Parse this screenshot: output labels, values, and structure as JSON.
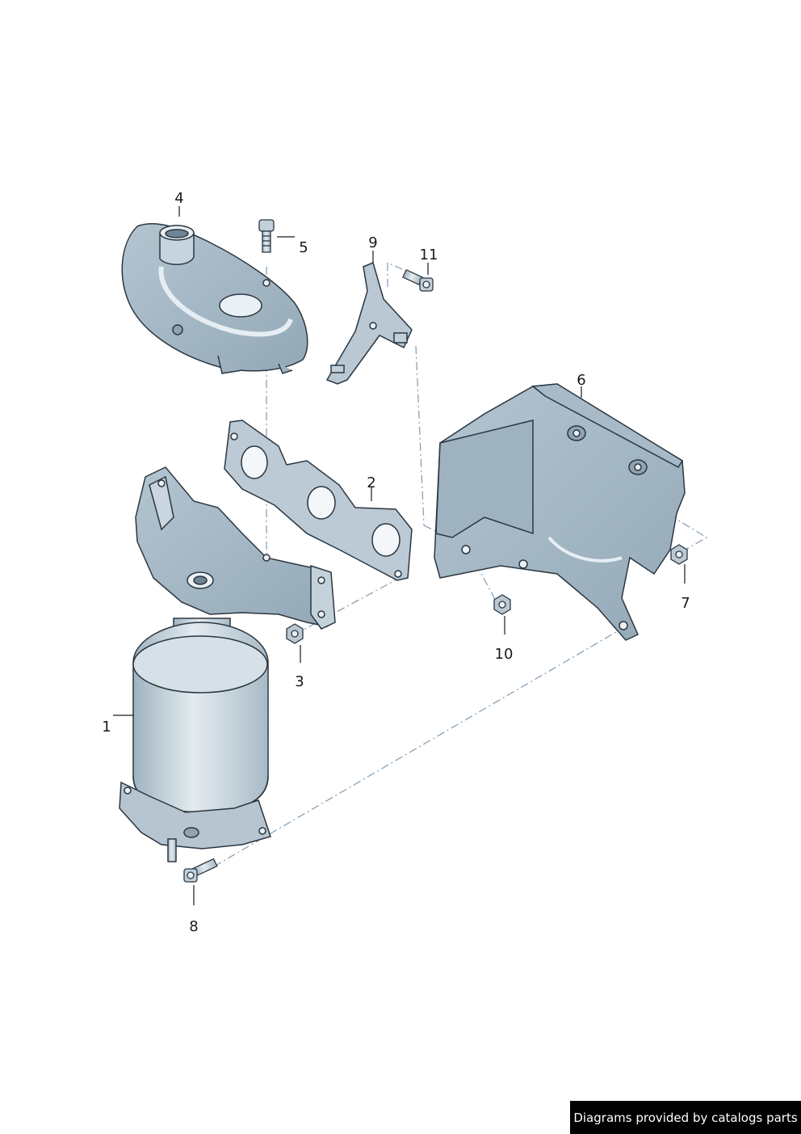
{
  "callouts": {
    "c1": "1",
    "c2": "2",
    "c3": "3",
    "c4": "4",
    "c5": "5",
    "c6": "6",
    "c7": "7",
    "c8": "8",
    "c9": "9",
    "c10": "10",
    "c11": "11"
  },
  "footer": {
    "credit": "Diagrams provided by catalogs parts"
  },
  "colors": {
    "part_fill": "#c9d6df",
    "part_dark": "#8fa3b1",
    "part_stroke": "#2b3640",
    "centerline": "#7f9bb3",
    "background": "#ffffff"
  }
}
